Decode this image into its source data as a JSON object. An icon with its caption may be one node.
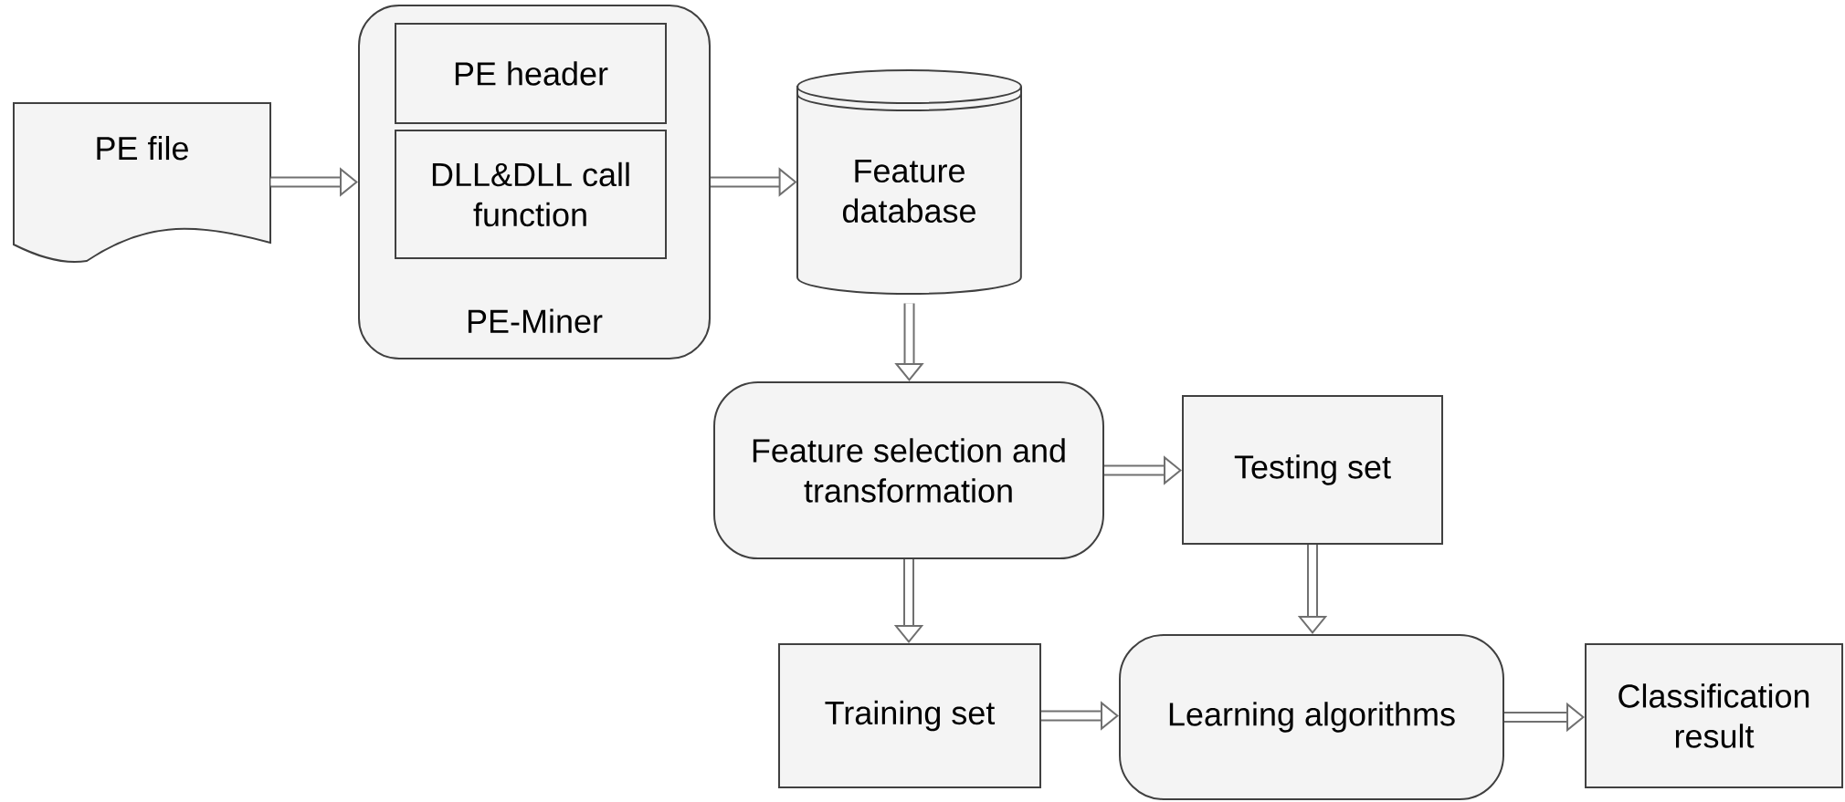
{
  "diagram": {
    "nodes": [
      {
        "text": [
          "PE file"
        ]
      },
      {
        "text": [
          "PE-Miner"
        ]
      },
      {
        "text": [
          "PE header"
        ],
        "in": 1
      },
      {
        "text": [
          "DLL&DLL call function"
        ],
        "in": 1
      },
      {
        "text": [
          "Feature database"
        ]
      },
      {
        "text": [
          "Feature selection and transformation"
        ]
      },
      {
        "text": [
          "Testing set"
        ]
      },
      {
        "text": [
          "Training set"
        ]
      },
      {
        "text": [
          "Learning algorithms"
        ]
      },
      {
        "text": [
          "Classification result"
        ]
      }
    ],
    "edges": [
      {
        "from": 0,
        "to": 1,
        "arrow": "to"
      },
      {
        "from": 1,
        "to": 4,
        "arrow": "to"
      },
      {
        "from": 4,
        "to": 5,
        "arrow": "to"
      },
      {
        "from": 5,
        "to": 6,
        "arrow": "to"
      },
      {
        "from": 5,
        "to": 7,
        "arrow": "to"
      },
      {
        "from": 6,
        "to": 8,
        "arrow": "to"
      },
      {
        "from": 7,
        "to": 8,
        "arrow": "to"
      },
      {
        "from": 8,
        "to": 9,
        "arrow": "to"
      }
    ]
  }
}
